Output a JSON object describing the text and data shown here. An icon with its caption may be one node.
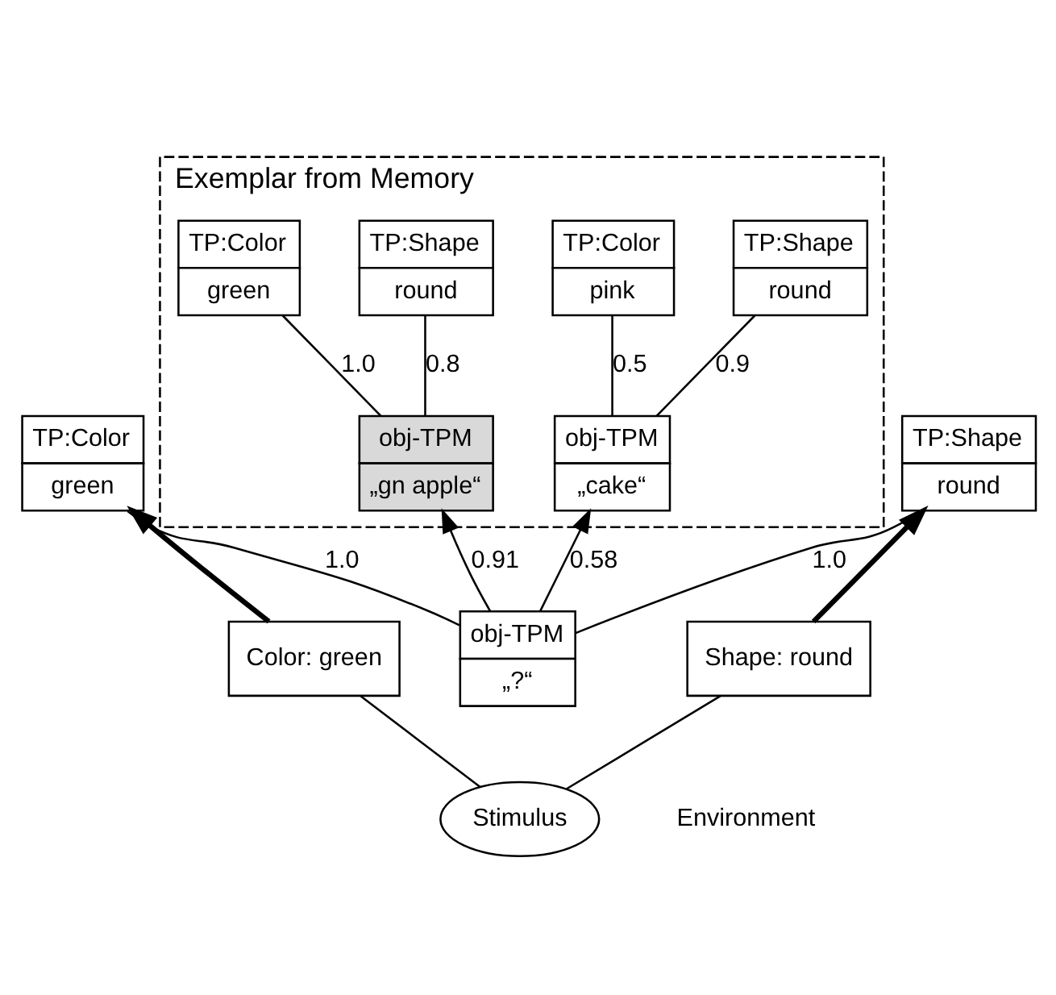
{
  "diagram": {
    "nodes": [
      {
        "text": [
          "Exemplar from Memory"
        ]
      },
      {
        "text": [
          "obj-TPM",
          "„gn apple“"
        ],
        "in": 0
      },
      {
        "text": [
          "TP:Color",
          "green"
        ],
        "in": 0
      },
      {
        "text": [
          "TP:Shape",
          "round"
        ],
        "in": 0
      },
      {
        "text": [
          "obj-TPM",
          "„?“"
        ]
      },
      {
        "text": [
          "obj-TPM",
          "„cake“"
        ],
        "in": 0
      },
      {
        "text": [
          "TP:Color",
          "pink"
        ],
        "in": 0
      },
      {
        "text": [
          "TP:Shape",
          "round"
        ],
        "in": 0
      },
      {
        "text": [
          "TP:Color",
          "green"
        ]
      },
      {
        "text": [
          "TP:Shape",
          "round"
        ]
      },
      {
        "text": [
          "Color: green"
        ]
      },
      {
        "text": [
          "Shape: round"
        ]
      },
      {
        "text": [
          "Stimulus"
        ]
      }
    ],
    "edges": [
      {
        "from": 4,
        "to": 1,
        "arrow": "to",
        "label": "0.91"
      },
      {
        "from": 4,
        "to": 5,
        "arrow": "to",
        "label": "0.58"
      },
      {
        "from": 1,
        "to": 2,
        "arrow": "none",
        "label": "1.0"
      },
      {
        "from": 1,
        "to": 3,
        "arrow": "none",
        "label": "0.8"
      },
      {
        "from": 5,
        "to": 6,
        "arrow": "none",
        "label": "0.5"
      },
      {
        "from": 5,
        "to": 7,
        "arrow": "none",
        "label": "0.9"
      },
      {
        "from": 4,
        "to": 8,
        "arrow": "none",
        "label": "1.0"
      },
      {
        "from": 4,
        "to": 9,
        "arrow": "none",
        "label": "1.0"
      },
      {
        "from": 10,
        "to": 8,
        "arrow": "to",
        "style": "thick"
      },
      {
        "from": 11,
        "to": 9,
        "arrow": "to",
        "style": "thick"
      },
      {
        "from": 12,
        "to": 10,
        "arrow": "none"
      },
      {
        "from": 12,
        "to": 11,
        "arrow": "none"
      }
    ],
    "labels": [
      "Environment"
    ]
  }
}
